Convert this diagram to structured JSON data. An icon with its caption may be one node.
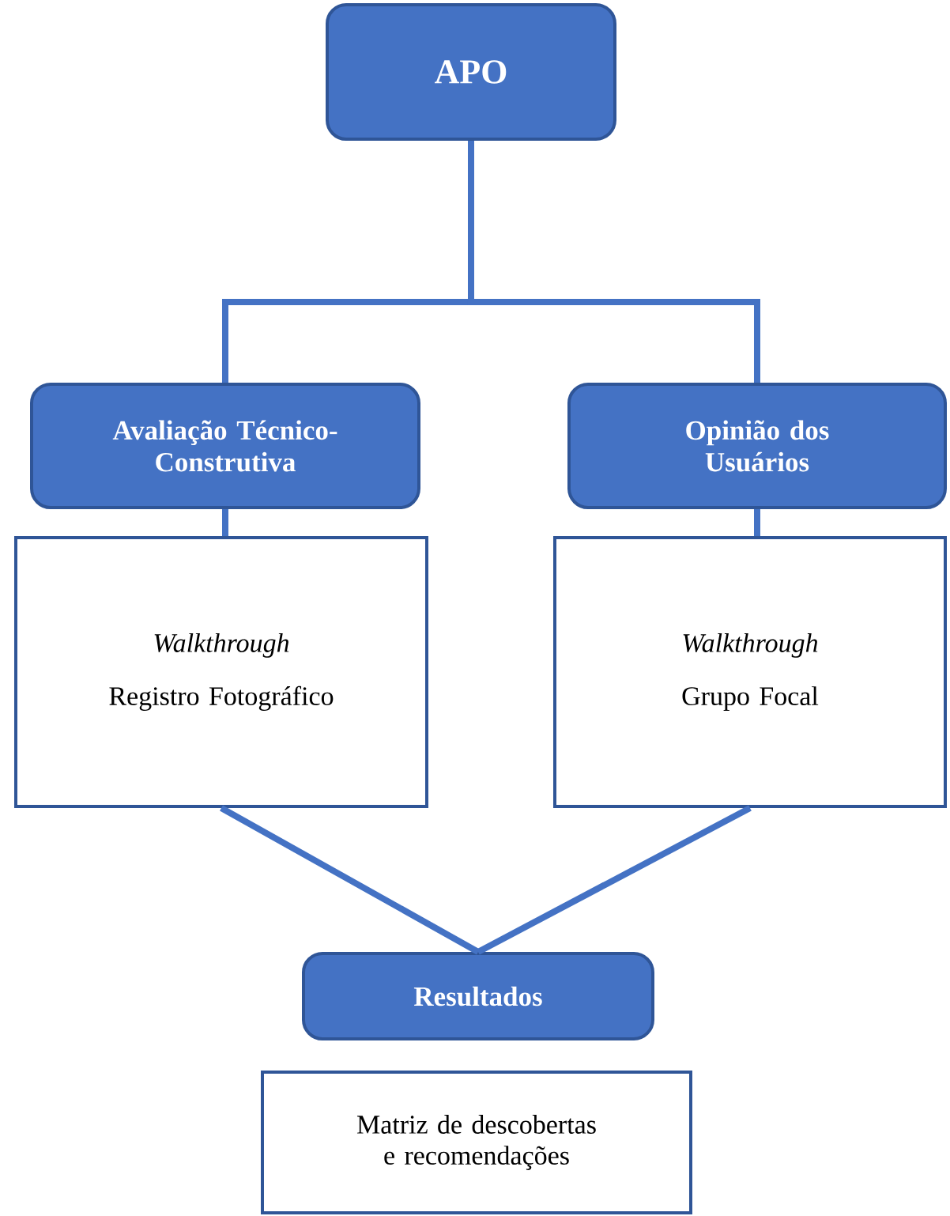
{
  "diagram": {
    "nodes": [
      {
        "text": [
          "APO"
        ]
      },
      {
        "text": [
          "Avaliação Técnico-Construtiva"
        ]
      },
      {
        "text": [
          "Walkthrough",
          "Registro Fotográfico"
        ]
      },
      {
        "text": [
          "Opinião dos Usuários"
        ]
      },
      {
        "text": [
          "Walkthrough",
          "Grupo Focal"
        ]
      },
      {
        "text": [
          "Resultados"
        ]
      },
      {
        "text": [
          "Matriz de descobertas e recomendações"
        ]
      }
    ],
    "edges": [
      {
        "from": 0,
        "to": 1,
        "arrow": "none"
      },
      {
        "from": 0,
        "to": 3,
        "arrow": "none"
      },
      {
        "from": 1,
        "to": 2,
        "arrow": "none"
      },
      {
        "from": 3,
        "to": 4,
        "arrow": "none"
      },
      {
        "from": 2,
        "to": 5,
        "arrow": "none"
      },
      {
        "from": 4,
        "to": 5,
        "arrow": "none"
      }
    ]
  }
}
